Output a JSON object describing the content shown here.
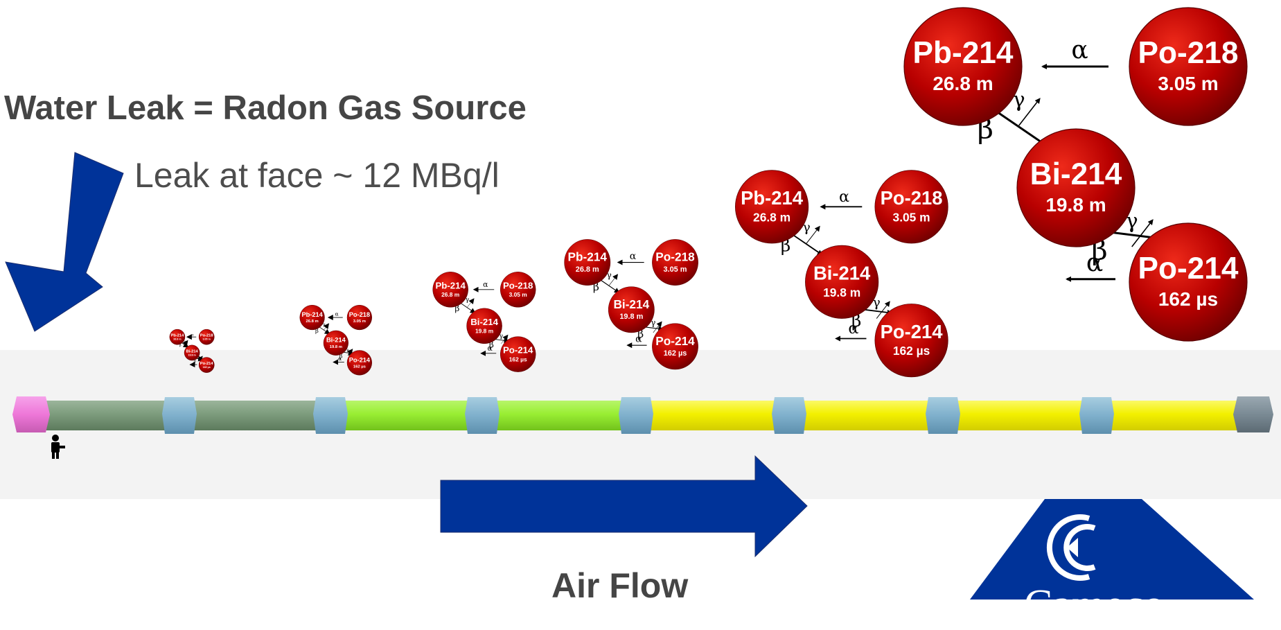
{
  "title": "Water Leak = Radon Gas Source",
  "subtitle": "Leak at face ~ 12 MBq/l",
  "airflow_label": "Air Flow",
  "logo_text": "Cameco",
  "colors": {
    "arrow_blue": "#003399",
    "nuclide_red": "#b00000",
    "pipe_grey_green": "#7d9c7d",
    "pipe_light_green": "#99ee33",
    "pipe_yellow": "#f3f000",
    "joint_blue": "#7fb0cc",
    "start_cap_pink": "#ee77d8",
    "end_cap_grey": "#7a8a94",
    "band_grey": "#f3f3f3"
  },
  "decay_chain": {
    "nuclides": {
      "pb214": {
        "name": "Pb-214",
        "halflife": "26.8 m"
      },
      "po218": {
        "name": "Po-218",
        "halflife": "3.05 m"
      },
      "bi214": {
        "name": "Bi-214",
        "halflife": "19.8 m"
      },
      "po214": {
        "name": "Po-214",
        "halflife": "162 µs"
      }
    },
    "symbols": {
      "alpha": "α",
      "beta": "β",
      "gamma": "γ"
    },
    "groups_shown": 6
  },
  "icons": [
    "person-icon",
    "down-left-arrow-icon",
    "right-arrow-icon",
    "cameco-logo-icon"
  ]
}
